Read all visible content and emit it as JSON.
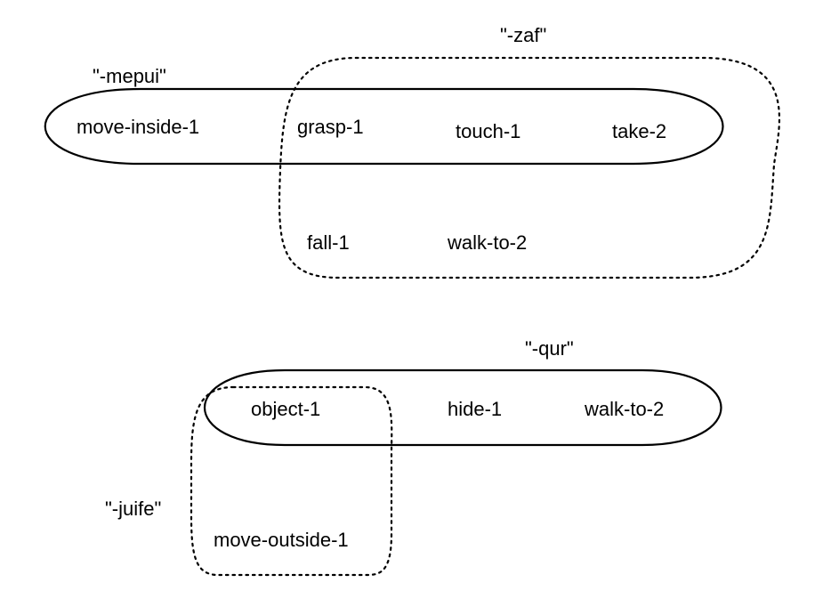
{
  "colors": {
    "background": "#ffffff",
    "stroke": "#000000",
    "text": "#000000"
  },
  "groups": {
    "mepui": {
      "label": "\"-mepui\"",
      "border": "solid"
    },
    "zaf": {
      "label": "\"-zaf\"",
      "border": "dotted"
    },
    "qur": {
      "label": "\"-qur\"",
      "border": "solid"
    },
    "juife": {
      "label": "\"-juife\"",
      "border": "dotted"
    }
  },
  "items": {
    "move_inside_1": "move-inside-1",
    "grasp_1": "grasp-1",
    "touch_1": "touch-1",
    "take_2": "take-2",
    "fall_1": "fall-1",
    "walk_to_2_top": "walk-to-2",
    "object_1": "object-1",
    "hide_1": "hide-1",
    "walk_to_2_bottom": "walk-to-2",
    "move_outside_1": "move-outside-1"
  }
}
